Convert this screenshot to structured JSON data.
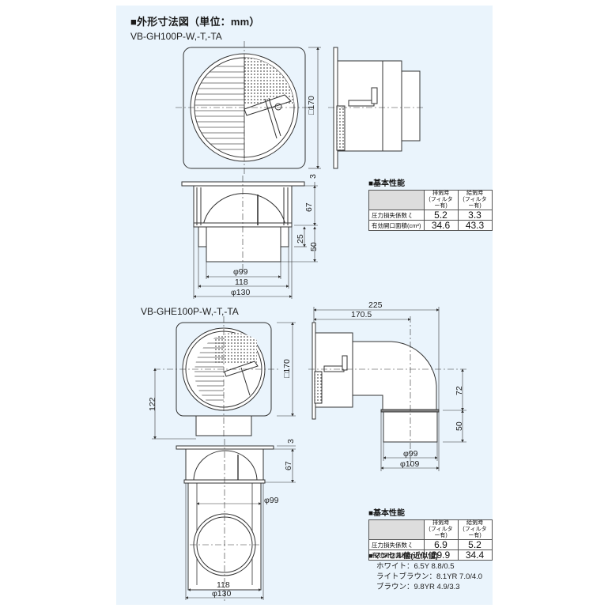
{
  "title": "■外形寸法図（単位：mm）",
  "models": [
    {
      "name": "VB-GH100P-W,-T,-TA",
      "dimensions": {
        "front_square": "□170",
        "flange_thickness": "3",
        "body_depth": "67",
        "duct_inner_depth": "25",
        "duct_length": "50",
        "duct_diameter": "φ99",
        "width_118": "118",
        "diameter_130": "φ130"
      },
      "spec": {
        "heading": "■基本性能",
        "columns": [
          "排気時\n(フィルター有)",
          "給気時\n(フィルター有)"
        ],
        "col1_line1": "排気時",
        "col1_line2": "(フィルター有)",
        "col2_line1": "給気時",
        "col2_line2": "(フィルター有)",
        "rows": [
          {
            "label": "圧力損失係数 ζ",
            "exhaust": "5.2",
            "supply": "3.3"
          },
          {
            "label": "有効開口面積(cm²)",
            "exhaust": "34.6",
            "supply": "43.3"
          }
        ]
      }
    },
    {
      "name": "VB-GHE100P-W,-T,-TA",
      "dimensions": {
        "front_square": "□170",
        "height_122": "122",
        "flange_thickness": "3",
        "body_depth": "67",
        "duct_diameter": "φ99",
        "width_118": "118",
        "diameter_130": "φ130",
        "total_length": "225",
        "center_length": "170.5",
        "elbow_height": "72",
        "elbow_duct_length": "50",
        "elbow_duct_diameter": "φ99",
        "elbow_outer_diameter": "φ109"
      },
      "spec": {
        "heading": "■基本性能",
        "col1_line1": "排気時",
        "col1_line2": "(フィルター有)",
        "col2_line1": "給気時",
        "col2_line2": "(フィルター有)",
        "rows": [
          {
            "label": "圧力損失係数 ζ",
            "exhaust": "6.9",
            "supply": "5.2"
          },
          {
            "label": "有効開口面積(cm²)",
            "exhaust": "29.9",
            "supply": "34.4"
          }
        ]
      }
    }
  ],
  "munsell": {
    "heading": "■マンセル値(近似値)",
    "items": [
      "ホワイト：6.5Y 8.8/0.5",
      "ライトブラウン：8.1YR 7.0/4.0",
      "ブラウン：9.8YR 4.9/3.3"
    ]
  },
  "colors": {
    "panel_bg": "#eaf4fc",
    "line": "#333333"
  }
}
